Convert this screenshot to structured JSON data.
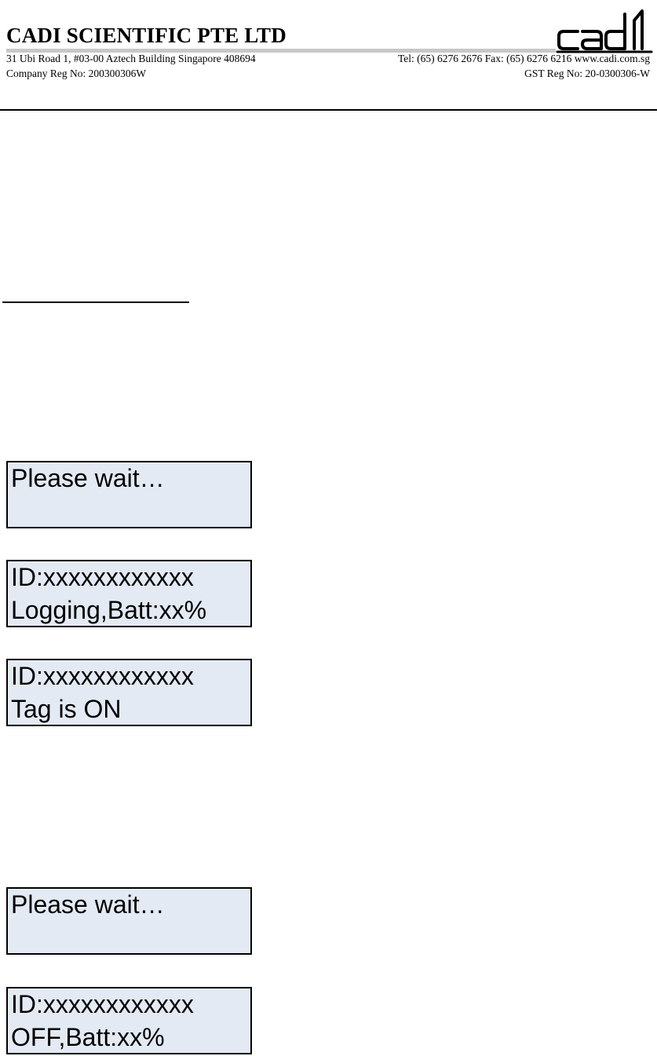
{
  "letterhead": {
    "company_name": "CADI SCIENTIFIC PTE LTD",
    "address": "31 Ubi Road 1, #03-00 Aztech Building Singapore 408694",
    "contact": "Tel: (65) 6276 2676  Fax: (65) 6276 6216   www.cadi.com.sg",
    "company_reg": "Company Reg No: 200300306W",
    "gst_reg": "GST Reg No: 20-0300306-W",
    "logo": {
      "text": "cadi",
      "icon": "cadi-logo"
    }
  },
  "lcd_screens": [
    {
      "line1": "Please wait…",
      "line2": ""
    },
    {
      "line1": "ID:xxxxxxxxxxxx",
      "line2": "Logging,Batt:xx%"
    },
    {
      "line1": "ID:xxxxxxxxxxxx",
      "line2": "Tag is ON"
    },
    {
      "line1": "Please wait…",
      "line2": ""
    },
    {
      "line1": "ID:xxxxxxxxxxxx",
      "line2": "OFF,Batt:xx%"
    }
  ],
  "colors": {
    "lcd_background": "#e4eaf4",
    "rule_gray": "#c8c8c8"
  }
}
